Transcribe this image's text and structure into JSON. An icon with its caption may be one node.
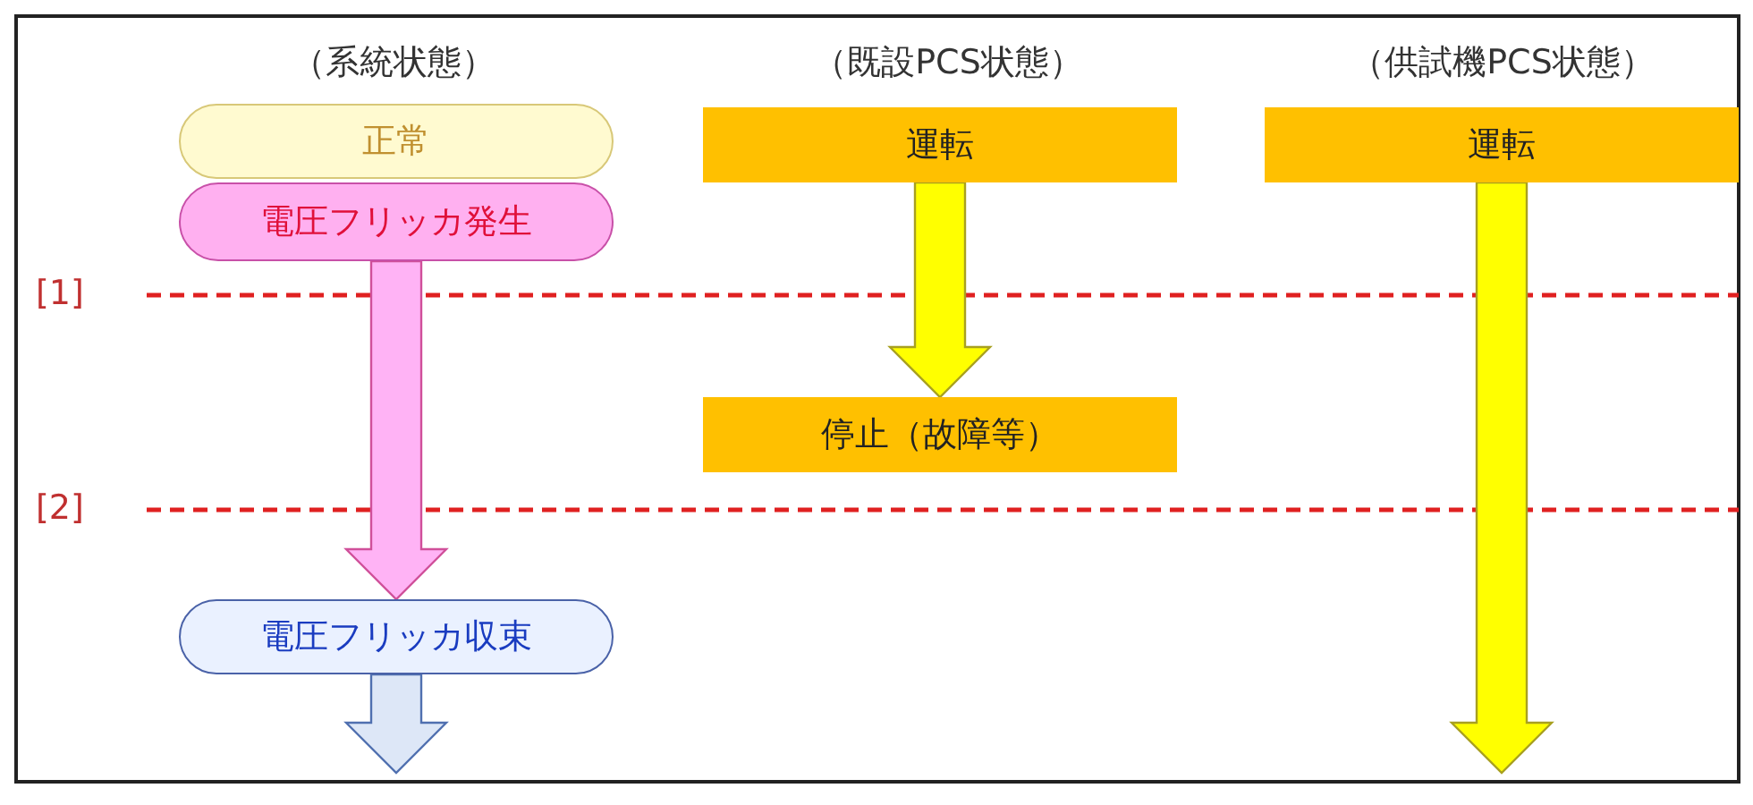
{
  "diagram": {
    "nodes": [
      {
        "text": [
          "正常"
        ]
      },
      {
        "text": [
          "電圧フリッカ発生"
        ]
      },
      {
        "text": [
          "電圧フリッカ収束"
        ]
      },
      {
        "text": [
          "運転"
        ]
      },
      {
        "text": [
          "停止（故障等）"
        ]
      },
      {
        "text": [
          "運転"
        ]
      }
    ],
    "edges": [
      {
        "from": 1,
        "to": 2,
        "arrow": "to",
        "color": "#ffb3f5"
      },
      {
        "from": 3,
        "to": 4,
        "arrow": "to"
      },
      {
        "from": 2,
        "to": null,
        "arrow": "to",
        "color": "#dde7f7"
      },
      {
        "from": 5,
        "to": null,
        "arrow": "to"
      }
    ],
    "labels": [
      "（系統状態）",
      "（既設PCS状態）",
      "（供試機PCS状態）",
      "[1]",
      "[2]"
    ]
  }
}
